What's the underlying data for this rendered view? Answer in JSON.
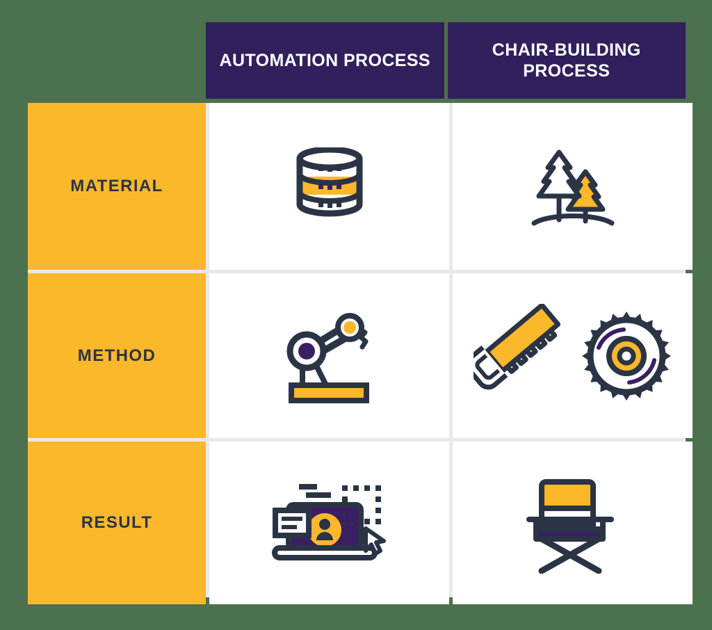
{
  "theme": {
    "background": "#4C714E",
    "header_purple": "#31205C",
    "label_yellow": "#FBB82B",
    "cell_white": "#FFFFFF",
    "grid_line": "#E9E9E9",
    "ink_navy": "#2B3445",
    "accent_purple": "#3B1E63"
  },
  "table": {
    "corner_label": "",
    "columns": [
      {
        "id": "automation",
        "label": "AUTOMATION PROCESS"
      },
      {
        "id": "chair",
        "label": "CHAIR-BUILDING PROCESS"
      }
    ],
    "rows": [
      {
        "id": "material",
        "label": "MATERIAL",
        "cells": [
          {
            "icons": [
              "database-stack-icon"
            ]
          },
          {
            "icons": [
              "pine-trees-icon"
            ]
          }
        ]
      },
      {
        "id": "method",
        "label": "METHOD",
        "cells": [
          {
            "icons": [
              "robotic-arm-icon",
              "team-people-icon"
            ]
          },
          {
            "icons": [
              "hand-saw-icon",
              "circular-saw-blade-icon"
            ]
          }
        ]
      },
      {
        "id": "result",
        "label": "RESULT",
        "cells": [
          {
            "icons": [
              "laptop-user-profile-icon"
            ]
          },
          {
            "icons": [
              "director-chair-icon"
            ]
          }
        ]
      }
    ]
  }
}
